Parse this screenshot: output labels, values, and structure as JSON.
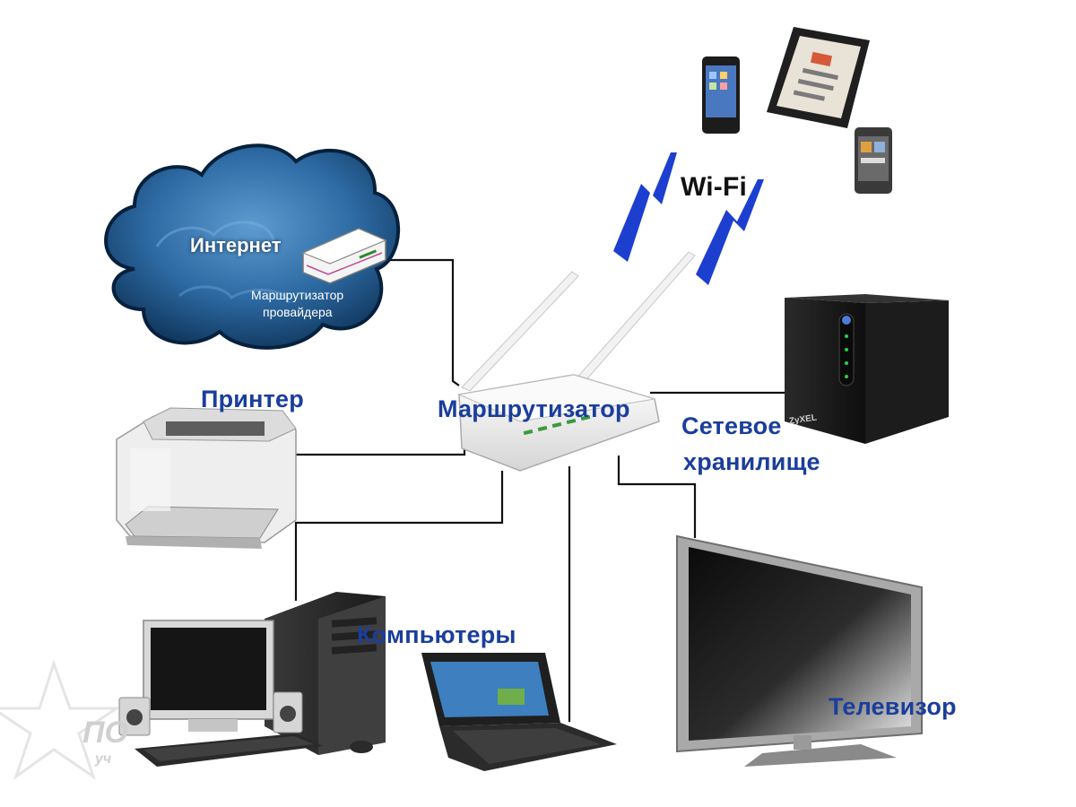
{
  "labels": {
    "internet": "Интернет",
    "provider_router_line1": "Маршрутизатор",
    "provider_router_line2": "провайдера",
    "wifi": "Wi-Fi",
    "router": "Маршрутизатор",
    "printer": "Принтер",
    "nas_line1": "Сетевое",
    "nas_line2": "хранилище",
    "computers": "Компьютеры",
    "tv": "Телевизор",
    "nas_brand": "ZyXEL"
  },
  "watermark": {
    "line1": "ПО",
    "line2": "уч"
  },
  "colors": {
    "label_blue": "#1a3e9c",
    "wifi_blue": "#1c3fd0",
    "cloud_dark": "#0c2f52",
    "cloud_light": "#3d7fb8",
    "cable": "#111111"
  }
}
